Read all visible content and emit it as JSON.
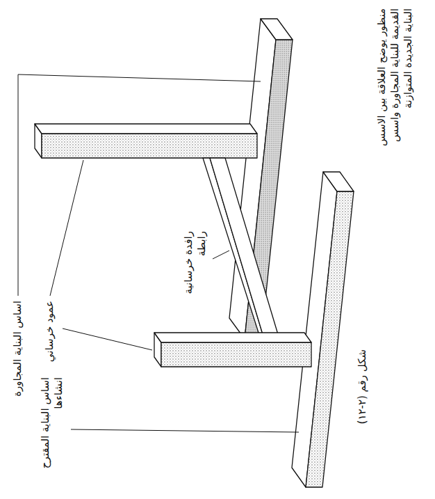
{
  "diagram": {
    "caption": "منظور يوضح العلاقة بين الاسس القديمة للبناية المجاورة واسس البناية الجديدة المتوازنة",
    "labels": [
      "اساس البناية المجاورة",
      "عمود خرساني",
      "اساس البناية المقترح انشاءها",
      "رافدة خرسانية رابطة",
      "شكل رقم (٢-١٢)"
    ]
  }
}
